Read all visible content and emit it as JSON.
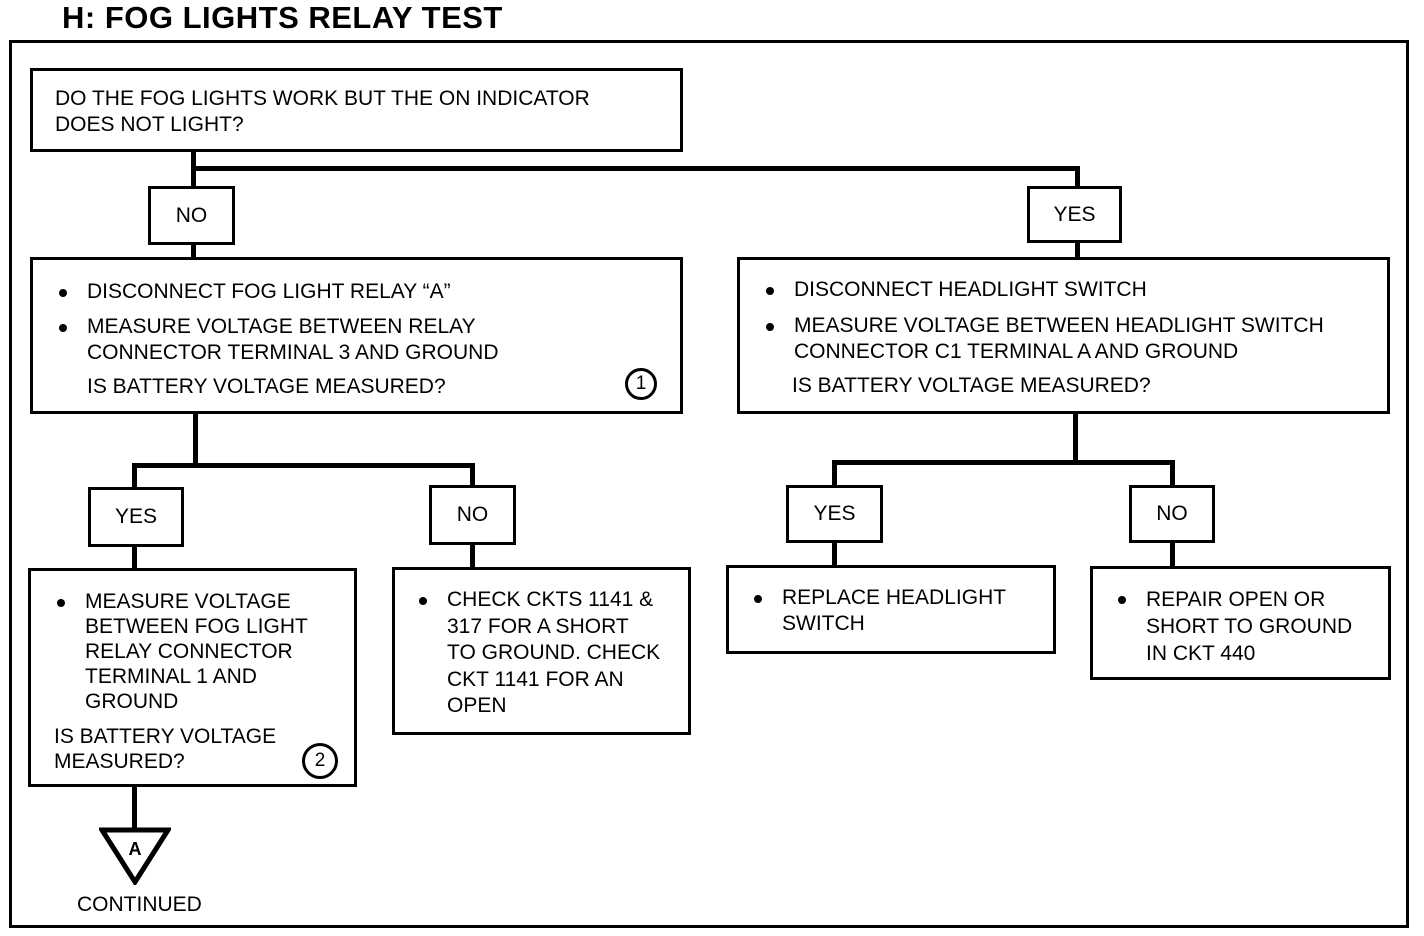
{
  "title": "H: FOG LIGHTS RELAY TEST",
  "start": {
    "text": "DO THE FOG LIGHTS WORK BUT THE ON INDICATOR\nDOES NOT LIGHT?"
  },
  "branch_no": "NO",
  "branch_yes": "YES",
  "left_test": {
    "bullet1": "DISCONNECT FOG LIGHT RELAY “A”",
    "bullet2": "MEASURE VOLTAGE BETWEEN RELAY\nCONNECTOR TERMINAL 3 AND GROUND",
    "question": "IS BATTERY VOLTAGE MEASURED?",
    "step": "1"
  },
  "right_test": {
    "bullet1": "DISCONNECT HEADLIGHT SWITCH",
    "bullet2": "MEASURE VOLTAGE BETWEEN HEADLIGHT SWITCH\nCONNECTOR C1 TERMINAL A AND GROUND",
    "question": "IS BATTERY VOLTAGE MEASURED?"
  },
  "left_yes_label": "YES",
  "left_no_label": "NO",
  "right_yes_label": "YES",
  "right_no_label": "NO",
  "left_yes_box": {
    "bullet": "MEASURE VOLTAGE\nBETWEEN FOG LIGHT\nRELAY CONNECTOR\nTERMINAL 1 AND\nGROUND",
    "question": "IS BATTERY VOLTAGE\nMEASURED?",
    "step": "2"
  },
  "left_no_box": {
    "bullet": "CHECK CKTS 1141 &\n317 FOR A SHORT\nTO GROUND. CHECK\nCKT 1141 FOR AN\nOPEN"
  },
  "right_yes_box": {
    "bullet": "REPLACE HEADLIGHT\nSWITCH"
  },
  "right_no_box": {
    "bullet": "REPAIR OPEN OR\nSHORT TO GROUND\nIN CKT 440"
  },
  "connector": {
    "letter": "A",
    "caption": "CONTINUED"
  }
}
